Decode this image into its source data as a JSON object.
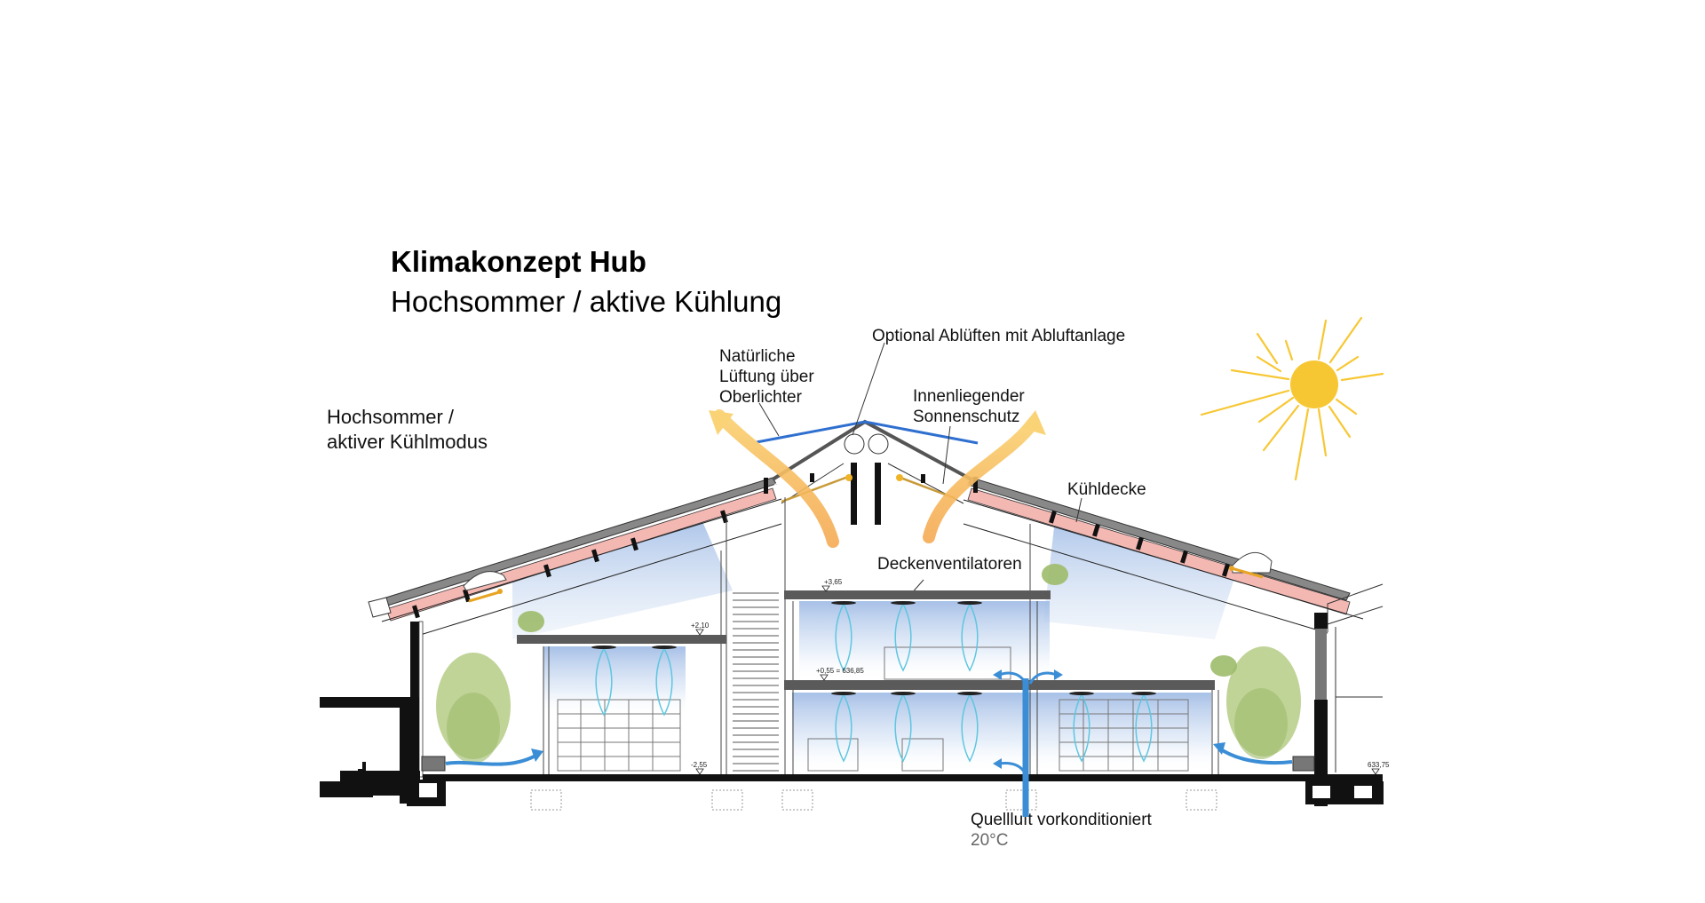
{
  "header": {
    "title": "Klimakonzept Hub",
    "subtitle": "Hochsommer / aktive Kühlung"
  },
  "mode_label": {
    "line1": "Hochsommer /",
    "line2": "aktiver Kühlmodus"
  },
  "annotations": {
    "natural_ventilation": [
      "Natürliche",
      "Lüftung über",
      "Oberlichter"
    ],
    "exhaust": "Optional Ablüften mit Abluftanlage",
    "sunshade": [
      "Innenliegender",
      "Sonnenschutz"
    ],
    "cooling_ceiling": "Kühldecke",
    "ceiling_fans": "Deckenventilatoren",
    "supply_air": "Quellluft vorkonditioniert",
    "supply_temp": "20°C"
  },
  "elevations": {
    "upper": "+3,65",
    "left_gallery": "+2,10",
    "middle": "+0,55 = 636,85",
    "lower": "-2,55",
    "outside": "633,75"
  },
  "colors": {
    "sun": "#F7C733",
    "warm_air": "#F9C96A",
    "cool_air": "#3B8ED6",
    "cooling_zone": "#B7CCEA",
    "insulation": "#F4B8B3",
    "structure": "#111111",
    "slab": "#555555",
    "plants": "#A8C47A"
  }
}
